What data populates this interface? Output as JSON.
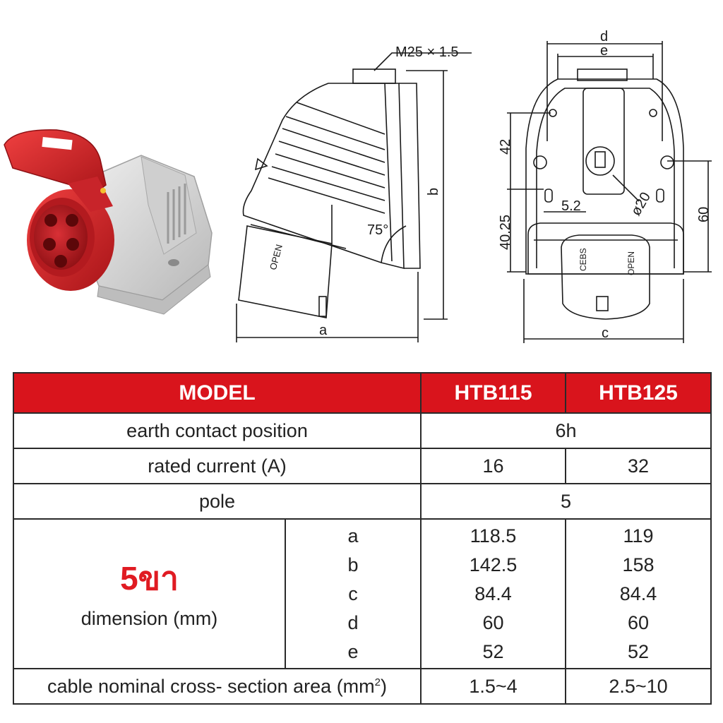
{
  "drawing": {
    "thread_label": "M25 × 1.5",
    "angle_label": "75°",
    "side_open_label": "OPEN",
    "front_open_label": "OPEN",
    "front_ceb_label": "CEBS",
    "dim_a": "a",
    "dim_b": "b",
    "dim_c": "c",
    "dim_d": "d",
    "dim_e": "e",
    "dim_42": "42",
    "dim_40_25": "40.25",
    "dim_60": "60",
    "dim_5_2": "5.2",
    "dim_phi20": "ø20"
  },
  "table": {
    "header": {
      "model": "MODEL",
      "m1": "HTB115",
      "m2": "HTB125"
    },
    "earth": {
      "label": "earth contact position",
      "value": "6h"
    },
    "current": {
      "label": "rated current (A)",
      "v1": "16",
      "v2": "32"
    },
    "pole": {
      "label": "pole",
      "value": "5"
    },
    "dimension": {
      "thai": "5ขา",
      "label": "dimension (mm)",
      "keys": [
        "a",
        "b",
        "c",
        "d",
        "e"
      ],
      "v1": [
        "118.5",
        "142.5",
        "84.4",
        "60",
        "52"
      ],
      "v2": [
        "119",
        "158",
        "84.4",
        "60",
        "52"
      ]
    },
    "cable": {
      "label": "cable nominal cross- section area (mm",
      "label_sup": "2",
      "label_end": ")",
      "v1": "1.5~4",
      "v2": "2.5~10"
    }
  },
  "colors": {
    "header_red": "#d9141c",
    "thai_red": "#e01b22",
    "socket_red": "#d4242a",
    "housing_grey": "#d8d8d8"
  }
}
